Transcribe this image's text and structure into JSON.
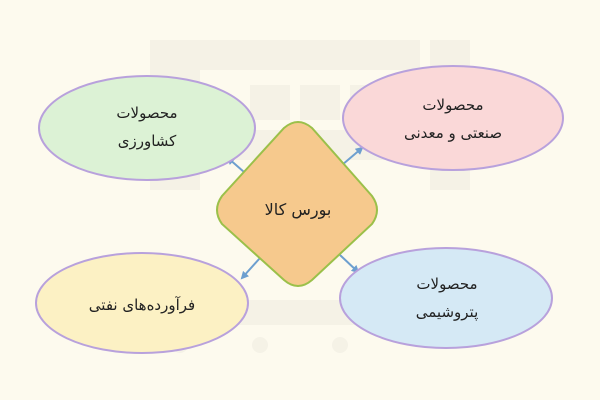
{
  "colors": {
    "background": "#fdfaee",
    "center_fill": "#f6c98d",
    "center_stroke": "#9bc04a",
    "agri_fill": "#dcf2d5",
    "industrial_fill": "#fad8d8",
    "petro_fill": "#d5e9f5",
    "oil_fill": "#fcf1c4",
    "ellipse_stroke": "#b8a1dc",
    "arrow": "#6d9fcf"
  },
  "watermark_icon": "faradars-logo-watermark",
  "center": {
    "label": "بورس کالا"
  },
  "nodes": {
    "agricultural": {
      "line1": "محصولات",
      "line2": "کشاورزی"
    },
    "industrial": {
      "line1": "محصولات",
      "line2": "صنعتی و معدنی"
    },
    "petrochemical": {
      "line1": "محصولات",
      "line2": "پتروشیمی"
    },
    "oil": {
      "line1": "فرآورده‌های نفتی"
    }
  }
}
